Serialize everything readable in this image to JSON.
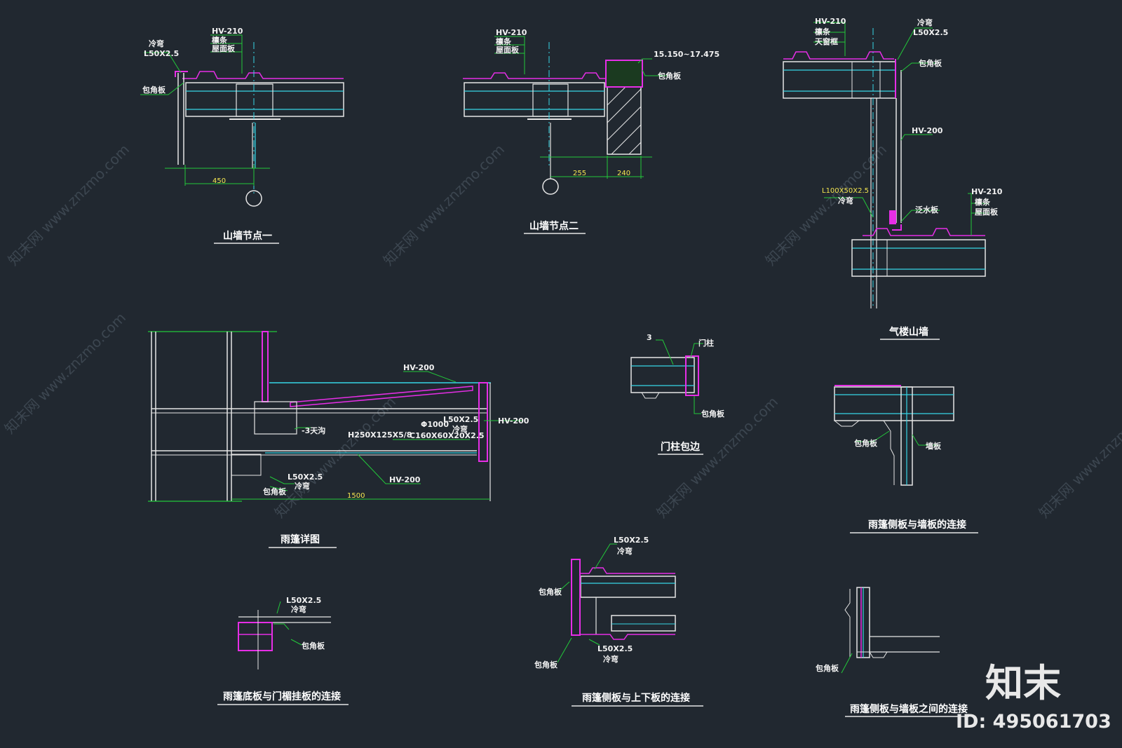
{
  "colors": {
    "background": "#212830",
    "green": "#22c83a",
    "white": "#e6e6e6",
    "magenta": "#e62ee6",
    "cyan": "#36d6e6",
    "yellow": "#f5e650",
    "watermark": "#3c4650"
  },
  "details": {
    "gable_node_1": {
      "title": "山墙节点一",
      "labels": [
        "HV-210",
        "檩条",
        "屋面板",
        "冷弯",
        "L50X2.5",
        "包角板"
      ],
      "dimension": "450"
    },
    "gable_node_2": {
      "title": "山墙节点二",
      "labels": [
        "HV-210",
        "檩条",
        "屋面板",
        "15.150~17.475",
        "包角板"
      ],
      "dimensions": [
        "255",
        "240"
      ]
    },
    "parapet_gable": {
      "title": "气楼山墙",
      "labels": [
        "HV-210",
        "檩条",
        "天窗框",
        "冷弯",
        "L50X2.5",
        "包角板",
        "HV-200",
        "L100X50X2.5",
        "冷弯",
        "泛水板",
        "HV-210",
        "檩条",
        "屋面板"
      ]
    },
    "canopy_detail": {
      "title": "雨篷详图",
      "labels": [
        "HV-200",
        "-3天沟",
        "H250X125X5/8",
        "Φ1000",
        "C160X60X20X2.5",
        "L50X2.5",
        "冷弯",
        "HV-200",
        "L50X2.5",
        "冷弯",
        "包角板",
        "HV-200"
      ],
      "dimension": "1500"
    },
    "door_column_trim": {
      "title": "门柱包边",
      "labels": [
        "3",
        "门柱",
        "包角板"
      ]
    },
    "canopy_side_wall": {
      "title": "雨篷侧板与墙板的连接",
      "labels": [
        "包角板",
        "墙板"
      ]
    },
    "canopy_bottom_door": {
      "title": "雨篷底板与门楣挂板的连接",
      "labels": [
        "L50X2.5",
        "冷弯",
        "包角板"
      ]
    },
    "canopy_side_updown": {
      "title": "雨篷侧板与上下板的连接",
      "labels": [
        "L50X2.5",
        "冷弯",
        "包角板",
        "包角板",
        "L50X2.5",
        "冷弯"
      ]
    },
    "canopy_side_wall_between": {
      "title": "雨篷侧板与墙板之间的连接",
      "labels": [
        "包角板"
      ]
    }
  },
  "watermarks": [
    "知末网 www.znzmo.com"
  ],
  "brand": {
    "logo": "知末",
    "id": "ID: 495061703"
  }
}
